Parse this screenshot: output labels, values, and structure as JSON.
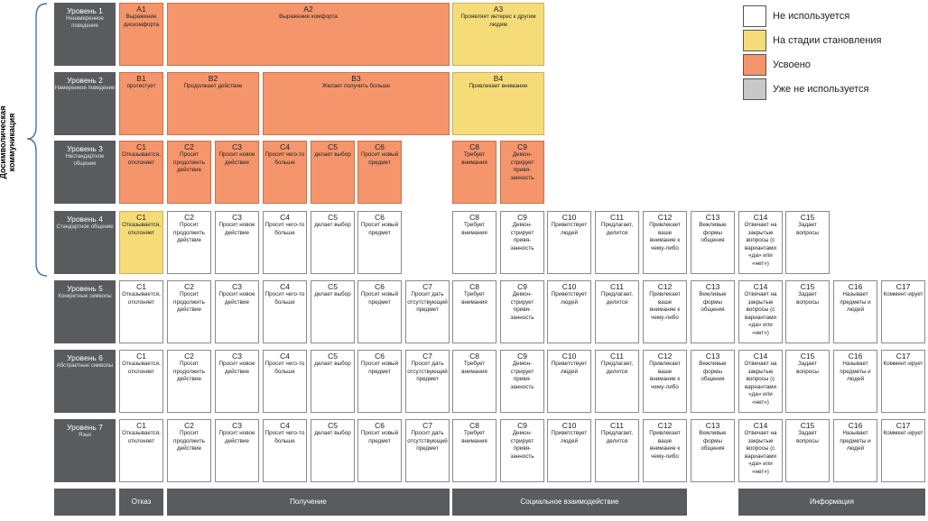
{
  "levels": [
    {
      "title": "Уровень 1",
      "subtitle": "Ненамеренное поведение"
    },
    {
      "title": "Уровень 2",
      "subtitle": "Намеренное поведение"
    },
    {
      "title": "Уровень 3",
      "subtitle": "Нестандартное общение"
    },
    {
      "title": "Уровень 4",
      "subtitle": "Стандартное общение"
    },
    {
      "title": "Уровень 5",
      "subtitle": "Конкретные символы"
    },
    {
      "title": "Уровень 6",
      "subtitle": "Абстрактные символы"
    },
    {
      "title": "Уровень 7",
      "subtitle": "Язык"
    }
  ],
  "side_label": "Досимволическая коммуникация",
  "legend": [
    {
      "label": "Не используется",
      "color": "#ffffff"
    },
    {
      "label": "На стадии становления",
      "color": "#f6dc79"
    },
    {
      "label": "Усвоено",
      "color": "#f4956c"
    },
    {
      "label": "Уже не используется",
      "color": "#c8c8c8"
    }
  ],
  "colors": {
    "learned": "#f4956c",
    "emerging": "#f6dc79",
    "unused": "#ffffff",
    "obsolete": "#c8c8c8",
    "header": "#595b5f"
  },
  "wide_rows": [
    [
      {
        "code": "A1",
        "label": "Выражение дискомфорта",
        "status": "learned",
        "from": 0,
        "to": 0
      },
      {
        "code": "A2",
        "label": "Выражение комфорта",
        "status": "learned",
        "from": 1,
        "to": 6
      },
      {
        "code": "A3",
        "label": "Проявляет интерес к другим людям",
        "status": "emerging",
        "from": 7,
        "to": 8
      }
    ],
    [
      {
        "code": "B1",
        "label": "протестует",
        "status": "learned",
        "from": 0,
        "to": 0
      },
      {
        "code": "B2",
        "label": "Продолжает действие",
        "status": "learned",
        "from": 1,
        "to": 2
      },
      {
        "code": "B3",
        "label": "Желает получить больше",
        "status": "learned",
        "from": 3,
        "to": 6
      },
      {
        "code": "B4",
        "label": "Привлекает внимание",
        "status": "emerging",
        "from": 7,
        "to": 8
      }
    ]
  ],
  "c_labels": {
    "C1": "Отказывается, отклоняет",
    "C2": "Просит продолжить действие",
    "C3": "Просит новое действие",
    "C4": "Просит чего-то больше",
    "C5": "делает выбор",
    "C6": "Просит новый предмет",
    "C7": "Просит дать отсутствующий предмет",
    "C8": "Требует внимания",
    "C9": "Демон-стрирует привя-занность",
    "C10": "Приветствует людей",
    "C11": "Предлагает, делится",
    "C12": "Привлекает ваше внимание к чему-либо",
    "C13": "Вежливые формы общения",
    "C14": "Отвечает на закрытые вопросы (с вариантами «да» или «нет»)",
    "C15": "Задает вопросы",
    "C16": "Называет предметы и людей",
    "C17": "Коммент-ирует"
  },
  "c_rows": [
    {
      "level": 3,
      "cells": [
        {
          "code": "C1",
          "col": 0,
          "status": "learned"
        },
        {
          "code": "C2",
          "col": 1,
          "status": "learned"
        },
        {
          "code": "C3",
          "col": 2,
          "status": "learned"
        },
        {
          "code": "C4",
          "col": 3,
          "status": "learned"
        },
        {
          "code": "C5",
          "col": 4,
          "status": "learned"
        },
        {
          "code": "C6",
          "col": 5,
          "status": "learned"
        },
        {
          "code": "C8",
          "col": 7,
          "status": "learned"
        },
        {
          "code": "C9",
          "col": 8,
          "status": "learned"
        }
      ]
    },
    {
      "level": 4,
      "cells": [
        {
          "code": "C1",
          "col": 0,
          "status": "emerging"
        },
        {
          "code": "C2",
          "col": 1,
          "status": "unused"
        },
        {
          "code": "C3",
          "col": 2,
          "status": "unused"
        },
        {
          "code": "C4",
          "col": 3,
          "status": "unused"
        },
        {
          "code": "C5",
          "col": 4,
          "status": "unused"
        },
        {
          "code": "C6",
          "col": 5,
          "status": "unused"
        },
        {
          "code": "C8",
          "col": 7,
          "status": "unused"
        },
        {
          "code": "C9",
          "col": 8,
          "status": "unused"
        },
        {
          "code": "C10",
          "col": 9,
          "status": "unused"
        },
        {
          "code": "C11",
          "col": 10,
          "status": "unused"
        },
        {
          "code": "C12",
          "col": 11,
          "status": "unused"
        },
        {
          "code": "C13",
          "col": 12,
          "status": "unused"
        },
        {
          "code": "C14",
          "col": 13,
          "status": "unused"
        },
        {
          "code": "C15",
          "col": 14,
          "status": "unused"
        }
      ]
    },
    {
      "level": 5,
      "cells": [
        {
          "code": "C1",
          "col": 0,
          "status": "unused"
        },
        {
          "code": "C2",
          "col": 1,
          "status": "unused"
        },
        {
          "code": "C3",
          "col": 2,
          "status": "unused"
        },
        {
          "code": "C4",
          "col": 3,
          "status": "unused"
        },
        {
          "code": "C5",
          "col": 4,
          "status": "unused"
        },
        {
          "code": "C6",
          "col": 5,
          "status": "unused"
        },
        {
          "code": "C7",
          "col": 6,
          "status": "unused"
        },
        {
          "code": "C8",
          "col": 7,
          "status": "unused"
        },
        {
          "code": "C9",
          "col": 8,
          "status": "unused"
        },
        {
          "code": "C10",
          "col": 9,
          "status": "unused"
        },
        {
          "code": "C11",
          "col": 10,
          "status": "unused"
        },
        {
          "code": "C12",
          "col": 11,
          "status": "unused"
        },
        {
          "code": "C13",
          "col": 12,
          "status": "unused"
        },
        {
          "code": "C14",
          "col": 13,
          "status": "unused"
        },
        {
          "code": "C15",
          "col": 14,
          "status": "unused"
        },
        {
          "code": "C16",
          "col": 15,
          "status": "unused"
        },
        {
          "code": "C17",
          "col": 16,
          "status": "unused"
        }
      ]
    },
    {
      "level": 6,
      "cells": [
        {
          "code": "C1",
          "col": 0,
          "status": "unused"
        },
        {
          "code": "C2",
          "col": 1,
          "status": "unused"
        },
        {
          "code": "C3",
          "col": 2,
          "status": "unused"
        },
        {
          "code": "C4",
          "col": 3,
          "status": "unused"
        },
        {
          "code": "C5",
          "col": 4,
          "status": "unused"
        },
        {
          "code": "C6",
          "col": 5,
          "status": "unused"
        },
        {
          "code": "C7",
          "col": 6,
          "status": "unused"
        },
        {
          "code": "C8",
          "col": 7,
          "status": "unused"
        },
        {
          "code": "C9",
          "col": 8,
          "status": "unused"
        },
        {
          "code": "C10",
          "col": 9,
          "status": "unused"
        },
        {
          "code": "C11",
          "col": 10,
          "status": "unused"
        },
        {
          "code": "C12",
          "col": 11,
          "status": "unused"
        },
        {
          "code": "C13",
          "col": 12,
          "status": "unused"
        },
        {
          "code": "C14",
          "col": 13,
          "status": "unused"
        },
        {
          "code": "C15",
          "col": 14,
          "status": "unused"
        },
        {
          "code": "C16",
          "col": 15,
          "status": "unused"
        },
        {
          "code": "C17",
          "col": 16,
          "status": "unused"
        }
      ]
    },
    {
      "level": 7,
      "cells": [
        {
          "code": "C1",
          "col": 0,
          "status": "unused"
        },
        {
          "code": "C2",
          "col": 1,
          "status": "unused"
        },
        {
          "code": "C3",
          "col": 2,
          "status": "unused"
        },
        {
          "code": "C4",
          "col": 3,
          "status": "unused"
        },
        {
          "code": "C5",
          "col": 4,
          "status": "unused"
        },
        {
          "code": "C6",
          "col": 5,
          "status": "unused"
        },
        {
          "code": "C7",
          "col": 6,
          "status": "unused"
        },
        {
          "code": "C8",
          "col": 7,
          "status": "unused"
        },
        {
          "code": "C9",
          "col": 8,
          "status": "unused"
        },
        {
          "code": "C10",
          "col": 9,
          "status": "unused"
        },
        {
          "code": "C11",
          "col": 10,
          "status": "unused"
        },
        {
          "code": "C12",
          "col": 11,
          "status": "unused"
        },
        {
          "code": "C13",
          "col": 12,
          "status": "unused"
        },
        {
          "code": "C14",
          "col": 13,
          "status": "unused"
        },
        {
          "code": "C15",
          "col": 14,
          "status": "unused"
        },
        {
          "code": "C16",
          "col": 15,
          "status": "unused"
        },
        {
          "code": "C17",
          "col": 16,
          "status": "unused"
        }
      ]
    }
  ],
  "categories": [
    {
      "label": "Отказ",
      "from": 0,
      "to": 0
    },
    {
      "label": "Получение",
      "from": 1,
      "to": 6
    },
    {
      "label": "Социальное взаимодействие",
      "from": 7,
      "to": 11
    },
    {
      "label": "Информация",
      "from": 13,
      "to": 16
    }
  ]
}
